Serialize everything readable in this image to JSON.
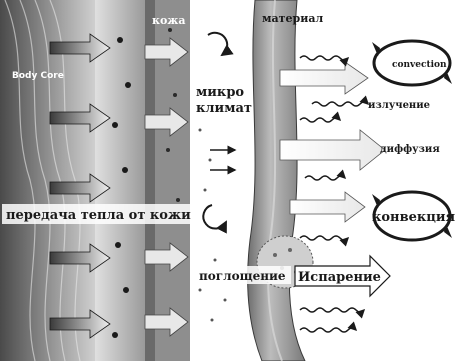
{
  "labels": {
    "body_core": "Body Core",
    "skin": "кожа",
    "material": "материал",
    "microclimate_line1": "микро",
    "microclimate_line2": "климат",
    "heat_from_skin": "передача тепла от кожи",
    "absorption": "поглощение",
    "evaporation": "Испарение",
    "convection_en": "convection",
    "radiation": "излучение",
    "diffusion": "диффузия",
    "convection_ru": "конвекция"
  },
  "colors": {
    "background": "#ffffff",
    "dark": "#1a1a1a",
    "grey": "#8a8a8a",
    "light_grey": "#d0d0d0",
    "material_fill": "#9a9a9a"
  }
}
